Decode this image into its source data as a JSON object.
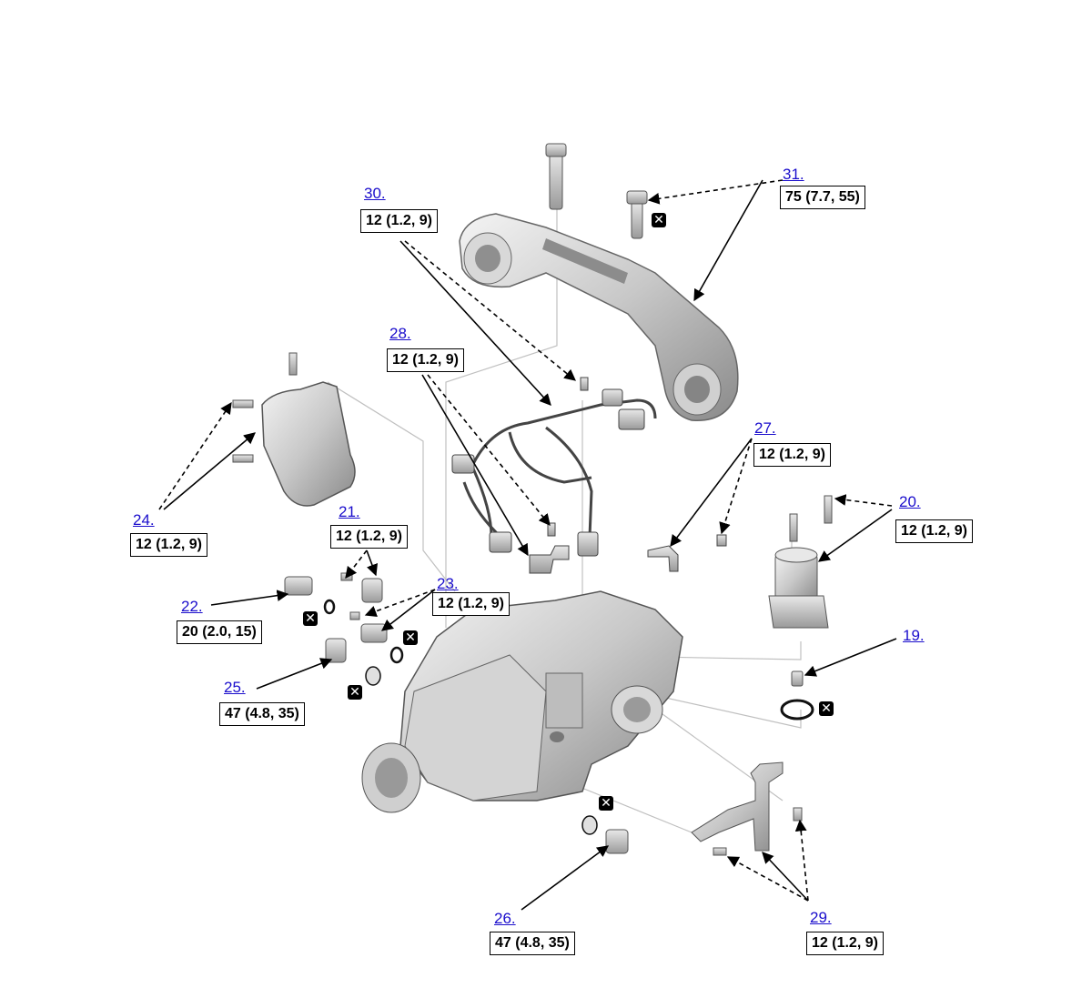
{
  "parts": [
    {
      "id": "p31",
      "callout": "31.",
      "torque": "75 (7.7, 55)"
    },
    {
      "id": "p30",
      "callout": "30.",
      "torque": "12 (1.2, 9)"
    },
    {
      "id": "p28",
      "callout": "28.",
      "torque": "12 (1.2, 9)"
    },
    {
      "id": "p27",
      "callout": "27.",
      "torque": "12 (1.2, 9)"
    },
    {
      "id": "p24",
      "callout": "24.",
      "torque": "12 (1.2, 9)"
    },
    {
      "id": "p21",
      "callout": "21.",
      "torque": "12 (1.2, 9)"
    },
    {
      "id": "p20",
      "callout": "20.",
      "torque": "12 (1.2, 9)"
    },
    {
      "id": "p23",
      "callout": "23.",
      "torque": "12 (1.2, 9)"
    },
    {
      "id": "p22",
      "callout": "22.",
      "torque": "20 (2.0, 15)"
    },
    {
      "id": "p19",
      "callout": "19.",
      "torque": ""
    },
    {
      "id": "p25",
      "callout": "25.",
      "torque": "47 (4.8, 35)"
    },
    {
      "id": "p26",
      "callout": "26.",
      "torque": "47 (4.8, 35)"
    },
    {
      "id": "p29",
      "callout": "29.",
      "torque": "12 (1.2, 9)"
    }
  ],
  "replace_icon": "replace-part-x-icon"
}
